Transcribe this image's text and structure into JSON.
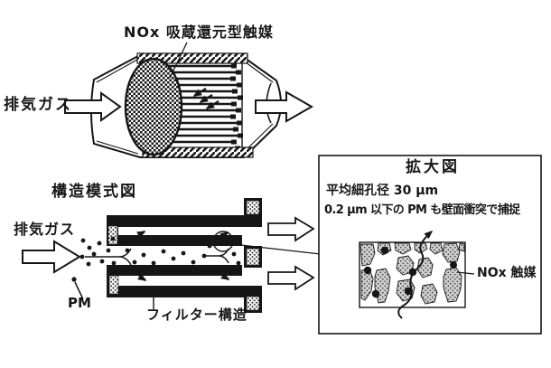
{
  "colors": {
    "ink": "#161616",
    "paper": "#ffffff",
    "stipple_gray": "#cfcfcf"
  },
  "icons": {
    "flow_arrow_glyph": "⇨"
  },
  "top_diagram": {
    "catalyst_label": "NOx 吸蔵還元型触媒",
    "exhaust_label": "排気ガス"
  },
  "bottom_diagram": {
    "title": "構造模式図",
    "exhaust_label": "排気ガス",
    "pm_label": "PM",
    "filter_label": "フィルター構造"
  },
  "enlarged_view": {
    "title": "拡大図",
    "note_line1": "平均細孔径 30 μm",
    "note_line2": "0.2 μm 以下の PM も壁面衝突で捕捉",
    "catalyst_label": "NOx 触媒"
  }
}
